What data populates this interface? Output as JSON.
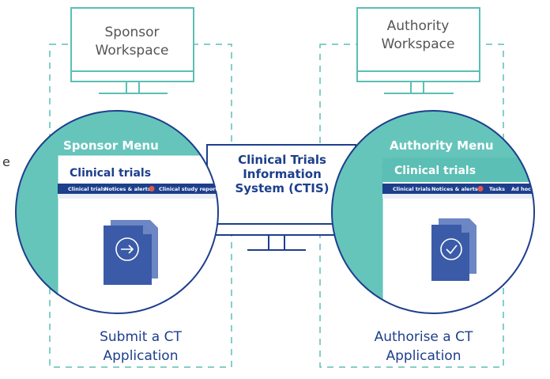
{
  "colors": {
    "teal": "#5bbfb5",
    "teal_fill": "#66c5bb",
    "navy": "#1d3f8c",
    "doc_front": "#3b5ba8",
    "doc_back": "#6d86c4",
    "badge": "#e35a4a",
    "text_grey": "#555555",
    "text_navy": "#1d3f8c"
  },
  "edge_letter": "e",
  "sponsor": {
    "monitor_title_line1": "Sponsor",
    "monitor_title_line2": "Workspace",
    "menu_title": "Sponsor Menu",
    "panel_title": "Clinical trials",
    "nav": [
      "Clinical trials",
      "Notices & alerts",
      "Clinical study reports"
    ],
    "document_icon": "arrow-document-icon",
    "caption_line1": "Submit a CT",
    "caption_line2": "Application"
  },
  "authority": {
    "monitor_title_line1": "Authority",
    "monitor_title_line2": "Workspace",
    "menu_title": "Authority Menu",
    "panel_title": "Clinical trials",
    "nav": [
      "Clinical trials",
      "Notices & alerts",
      "Tasks",
      "Ad hoc asse"
    ],
    "document_icon": "check-document-icon",
    "caption_line1": "Authorise a CT",
    "caption_line2": "Application"
  },
  "ctis": {
    "line1": "Clinical Trials",
    "line2": "Information",
    "line3": "System (CTIS)"
  }
}
